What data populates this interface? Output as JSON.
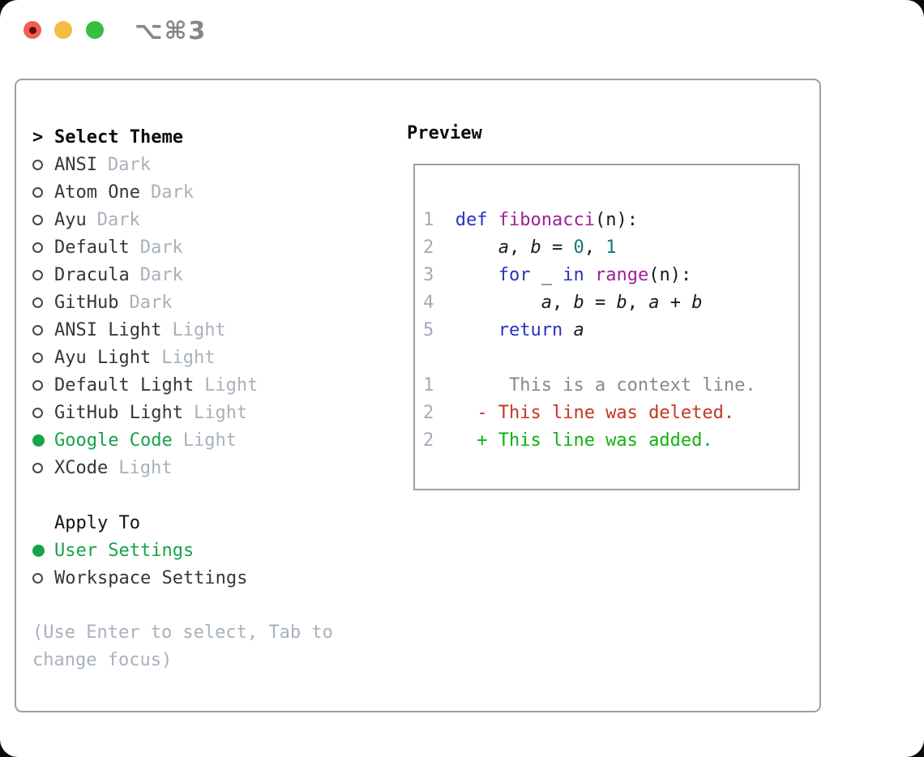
{
  "titlebar": {
    "shortcut": "⌥⌘3",
    "buttons": [
      "close",
      "minimize",
      "zoom"
    ]
  },
  "theme_panel": {
    "caret": ">",
    "header": "Select Theme",
    "items": [
      {
        "name": "ANSI",
        "tag": "Dark",
        "selected": false
      },
      {
        "name": "Atom One",
        "tag": "Dark",
        "selected": false
      },
      {
        "name": "Ayu",
        "tag": "Dark",
        "selected": false
      },
      {
        "name": "Default",
        "tag": "Dark",
        "selected": false
      },
      {
        "name": "Dracula",
        "tag": "Dark",
        "selected": false
      },
      {
        "name": "GitHub",
        "tag": "Dark",
        "selected": false
      },
      {
        "name": "ANSI Light",
        "tag": "Light",
        "selected": false
      },
      {
        "name": "Ayu Light",
        "tag": "Light",
        "selected": false
      },
      {
        "name": "Default Light",
        "tag": "Light",
        "selected": false
      },
      {
        "name": "GitHub Light",
        "tag": "Light",
        "selected": false
      },
      {
        "name": "Google Code",
        "tag": "Light",
        "selected": true
      },
      {
        "name": "XCode",
        "tag": "Light",
        "selected": false
      }
    ],
    "apply_header": "Apply To",
    "apply_items": [
      {
        "name": "User Settings",
        "selected": true
      },
      {
        "name": "Workspace Settings",
        "selected": false
      }
    ],
    "help": "(Use Enter to select, Tab to change focus)"
  },
  "preview": {
    "header": "Preview",
    "lines": [
      {
        "segments": [
          {
            "type": "ln",
            "text": "1  "
          },
          {
            "type": "kw",
            "text": "def "
          },
          {
            "type": "fn",
            "text": "fibonacci"
          },
          {
            "type": "pl",
            "text": "(n):"
          }
        ]
      },
      {
        "segments": [
          {
            "type": "ln",
            "text": "2  "
          },
          {
            "type": "pl",
            "text": "    "
          },
          {
            "type": "var",
            "text": "a"
          },
          {
            "type": "pl",
            "text": ", "
          },
          {
            "type": "var",
            "text": "b"
          },
          {
            "type": "pl",
            "text": " = "
          },
          {
            "type": "num",
            "text": "0"
          },
          {
            "type": "pl",
            "text": ", "
          },
          {
            "type": "num",
            "text": "1"
          }
        ]
      },
      {
        "segments": [
          {
            "type": "ln",
            "text": "3  "
          },
          {
            "type": "pl",
            "text": "    "
          },
          {
            "type": "kw",
            "text": "for"
          },
          {
            "type": "pl",
            "text": " _ "
          },
          {
            "type": "kw",
            "text": "in"
          },
          {
            "type": "pl",
            "text": " "
          },
          {
            "type": "fn",
            "text": "range"
          },
          {
            "type": "pl",
            "text": "(n):"
          }
        ]
      },
      {
        "segments": [
          {
            "type": "ln",
            "text": "4  "
          },
          {
            "type": "pl",
            "text": "        "
          },
          {
            "type": "var",
            "text": "a"
          },
          {
            "type": "pl",
            "text": ", "
          },
          {
            "type": "var",
            "text": "b"
          },
          {
            "type": "pl",
            "text": " = "
          },
          {
            "type": "var",
            "text": "b"
          },
          {
            "type": "pl",
            "text": ", "
          },
          {
            "type": "var",
            "text": "a"
          },
          {
            "type": "pl",
            "text": " + "
          },
          {
            "type": "var",
            "text": "b"
          }
        ]
      },
      {
        "segments": [
          {
            "type": "ln",
            "text": "5  "
          },
          {
            "type": "pl",
            "text": "    "
          },
          {
            "type": "kw",
            "text": "return"
          },
          {
            "type": "pl",
            "text": " "
          },
          {
            "type": "var",
            "text": "a"
          }
        ]
      },
      {
        "segments": []
      },
      {
        "segments": [
          {
            "type": "ln",
            "text": "1  "
          },
          {
            "type": "ctx",
            "text": "     This is a context line."
          }
        ]
      },
      {
        "segments": [
          {
            "type": "ln",
            "text": "2  "
          },
          {
            "type": "del",
            "text": "  - This line was deleted."
          }
        ]
      },
      {
        "segments": [
          {
            "type": "ln",
            "text": "2  "
          },
          {
            "type": "add",
            "text": "  + This line was added."
          }
        ]
      }
    ]
  },
  "colors": {
    "accent_green": "#16a34a",
    "keyword_blue": "#2832c2",
    "function_magenta": "#9c2199",
    "literal_teal": "#0d7878",
    "line_number_gray": "#a2abb8",
    "context_gray": "#85898f",
    "deleted_red": "#c5361f",
    "added_green": "#0fb30f",
    "muted_gray": "#a9b1bc",
    "border_gray": "#99a1ab",
    "traffic_red": "#f15e53",
    "traffic_yellow": "#f4bc40",
    "traffic_green": "#35c03f"
  }
}
